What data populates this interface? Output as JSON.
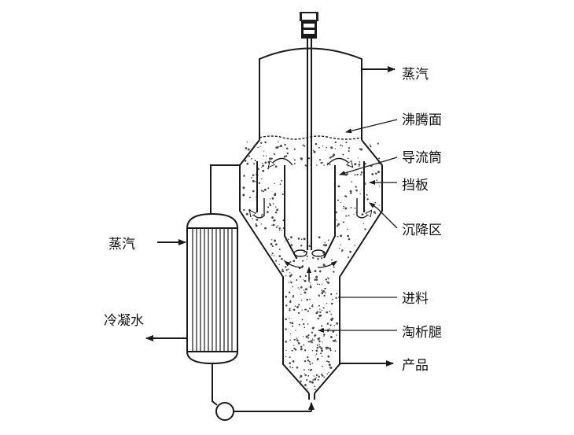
{
  "labels": {
    "steam_top": "蒸汽",
    "boiling_surface": "沸腾面",
    "draft_tube": "导流筒",
    "baffle": "挡板",
    "settling_zone": "沉降区",
    "feed": "进料",
    "elutriation_leg": "淘析腿",
    "product": "产品",
    "steam_left": "蒸汽",
    "condensate": "冷凝水"
  },
  "icons": {
    "arrow": "arrow-icon",
    "pump": "pump-icon",
    "motor": "motor-icon"
  }
}
